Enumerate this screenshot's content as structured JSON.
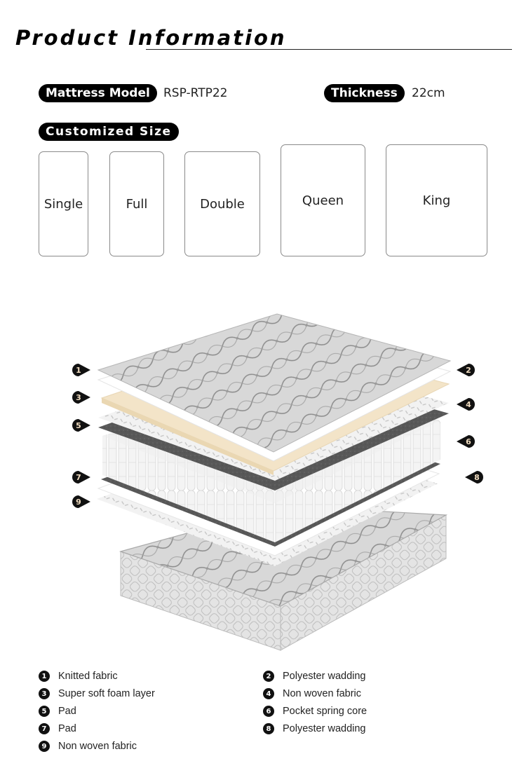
{
  "header": {
    "title": "Product Information"
  },
  "specs": {
    "model_label": "Mattress Model",
    "model_value": "RSP-RTP22",
    "thickness_label": "Thickness",
    "thickness_value": "22cm",
    "size_label": "Customized Size"
  },
  "sizes": [
    {
      "label": "Single"
    },
    {
      "label": "Full"
    },
    {
      "label": "Double"
    },
    {
      "label": "Queen"
    },
    {
      "label": "King"
    }
  ],
  "diagram": {
    "markers": [
      {
        "num": "1",
        "side": "left"
      },
      {
        "num": "2",
        "side": "right"
      },
      {
        "num": "3",
        "side": "left"
      },
      {
        "num": "4",
        "side": "right"
      },
      {
        "num": "5",
        "side": "left"
      },
      {
        "num": "6",
        "side": "right"
      },
      {
        "num": "7",
        "side": "left"
      },
      {
        "num": "8",
        "side": "right"
      },
      {
        "num": "9",
        "side": "left"
      }
    ],
    "colors": {
      "knitted_fabric": "#dcdcdc",
      "wadding": "#f7f7f7",
      "foam": "#f3e4c8",
      "non_woven": "#ececec",
      "pad": "#555555",
      "spring": "#fafafa",
      "marker_fill": "#111111",
      "marker_text": "#f0dcc0"
    }
  },
  "legend": [
    {
      "num": "1",
      "label": "Knitted fabric"
    },
    {
      "num": "2",
      "label": "Polyester wadding"
    },
    {
      "num": "3",
      "label": "Super soft foam layer"
    },
    {
      "num": "4",
      "label": "Non woven fabric"
    },
    {
      "num": "5",
      "label": "Pad"
    },
    {
      "num": "6",
      "label": "Pocket spring core"
    },
    {
      "num": "7",
      "label": "Pad"
    },
    {
      "num": "8",
      "label": "Polyester wadding"
    },
    {
      "num": "9",
      "label": "Non woven fabric"
    }
  ]
}
